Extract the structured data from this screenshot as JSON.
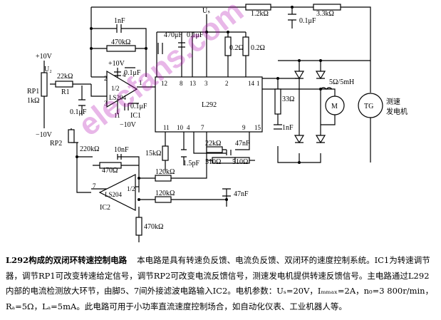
{
  "labels": {
    "us_top": "Uₛ",
    "r_1k2": "1.2kΩ",
    "r_3k3": "3.3kΩ",
    "c_01u_top": "0.1μF",
    "c_1nF_top": "1nF",
    "r_470k_top": "470kΩ",
    "c_470u": "470μF",
    "c_01u_mid": "0.1μF",
    "r_02_a": "0.2Ω",
    "r_02_b": "0.2Ω",
    "plus10v_left": "+10V",
    "minus10v_left": "−10V",
    "u2": "U₂",
    "rp1": "RP1",
    "rp1_val": "1kΩ",
    "r_22k": "22kΩ",
    "r1": "R1",
    "plus10v_ic1": "+10V",
    "c_01u_ic1": "0.1μF",
    "c_01u_left": "0.1μF",
    "ic1_half": "1/2",
    "ic1_name": "LS204",
    "ic1": "IC1",
    "minus10v_ic1": "−10V",
    "c_01u_ic1b": "0.1μF",
    "pin2": "2",
    "pin3": "3",
    "pin1": "1",
    "pin4": "4",
    "pin11": "11",
    "l292": "L292",
    "pin12": "12",
    "pin8": "8",
    "pin13": "13",
    "pin3b": "3",
    "pin2b": "2",
    "pin14": "14",
    "pin1b": "1",
    "pin11b": "11",
    "pin10": "10",
    "pin4b": "4",
    "pin7b": "7",
    "pin9": "9",
    "pin15": "15",
    "rp2": "RP2",
    "r_220k": "220kΩ",
    "c_10nF": "10nF",
    "r_470": "470Ω",
    "r_120k_a": "120kΩ",
    "r_120k_b": "120kΩ",
    "ic2_pin7": "7",
    "ic2_half": "1/2",
    "ic2_name": "LS204",
    "ic2": "IC2",
    "r_15k": "15kΩ",
    "c_15p": "1.5pF",
    "r_22k_b": "22kΩ",
    "c_47nF_a": "47nF",
    "r_510_a": "510Ω",
    "r_510_b": "510Ω",
    "c_47nF_b": "47nF",
    "r_470k_bot": "470kΩ",
    "r_33": "33Ω",
    "c_1nF_b": "1nF",
    "load": "5Ω/5mH",
    "motor": "M",
    "tg": "TG",
    "tacho1": "测速",
    "tacho2": "发电机",
    "watermark": "elecfans.com"
  },
  "caption": {
    "title": "L292构成的双闭环转速控制电路",
    "body": "本电路是具有转速负反馈、电流负反馈、双闭环的速度控制系统。IC1为转速调节器，调节RP1可改变转速给定信号，调节RP2可改变电流反馈信号，测速发电机提供转速反馈信号。主电路通过L292内部的电流检测放大环节，由脚5、7间外接滤波电路输入IC2。电机参数：Uₛ=20V，Iₘₘₐₓ=2A，n₀=3 800r/min，Rₐ=5Ω，Lₐ=5mA。此电路可用于小功率直流速度控制场合，如自动化仪表、工业机器人等。"
  },
  "colors": {
    "ink": "#000000",
    "watermark": "#b000b0"
  }
}
